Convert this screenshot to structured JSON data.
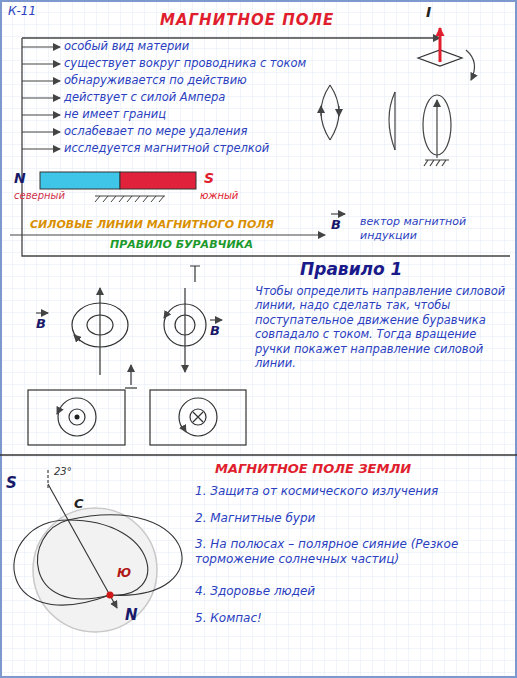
{
  "diagram": {
    "title": "МАГНИТНОЕ ПОЛЕ",
    "labels": [
      "К-11",
      "I",
      "особый вид материи",
      "существует вокруг проводника с током",
      "обнаруживается по действию",
      "действует с силой Ампера",
      "не имеет границ",
      "ослабевает по мере удаления",
      "исследуется магнитной стрелкой",
      "N",
      "северный",
      "S",
      "южный",
      "СИЛОВЫЕ ЛИНИИ МАГНИТНОГО ПОЛЯ",
      "ПРАВИЛО БУРАВЧИКА",
      "B",
      "вектор магнитной индукции",
      "Правило 1",
      "Чтобы определить направление силовой линии, надо сделать так, чтобы поступательное движение буравчика совпадало с током. Тогда вращение ручки покажет направление силовой линии.",
      "B",
      "B",
      "МАГНИТНОЕ ПОЛЕ ЗЕМЛИ",
      "S",
      "23°",
      "С",
      "Ю",
      "N",
      "1. Защита от космического излучения",
      "2. Магнитные бури",
      "3. На полюсах – полярное сияние (Резкое торможение солнечных частиц)",
      "4. Здоровье людей",
      "5. Компас!"
    ]
  }
}
